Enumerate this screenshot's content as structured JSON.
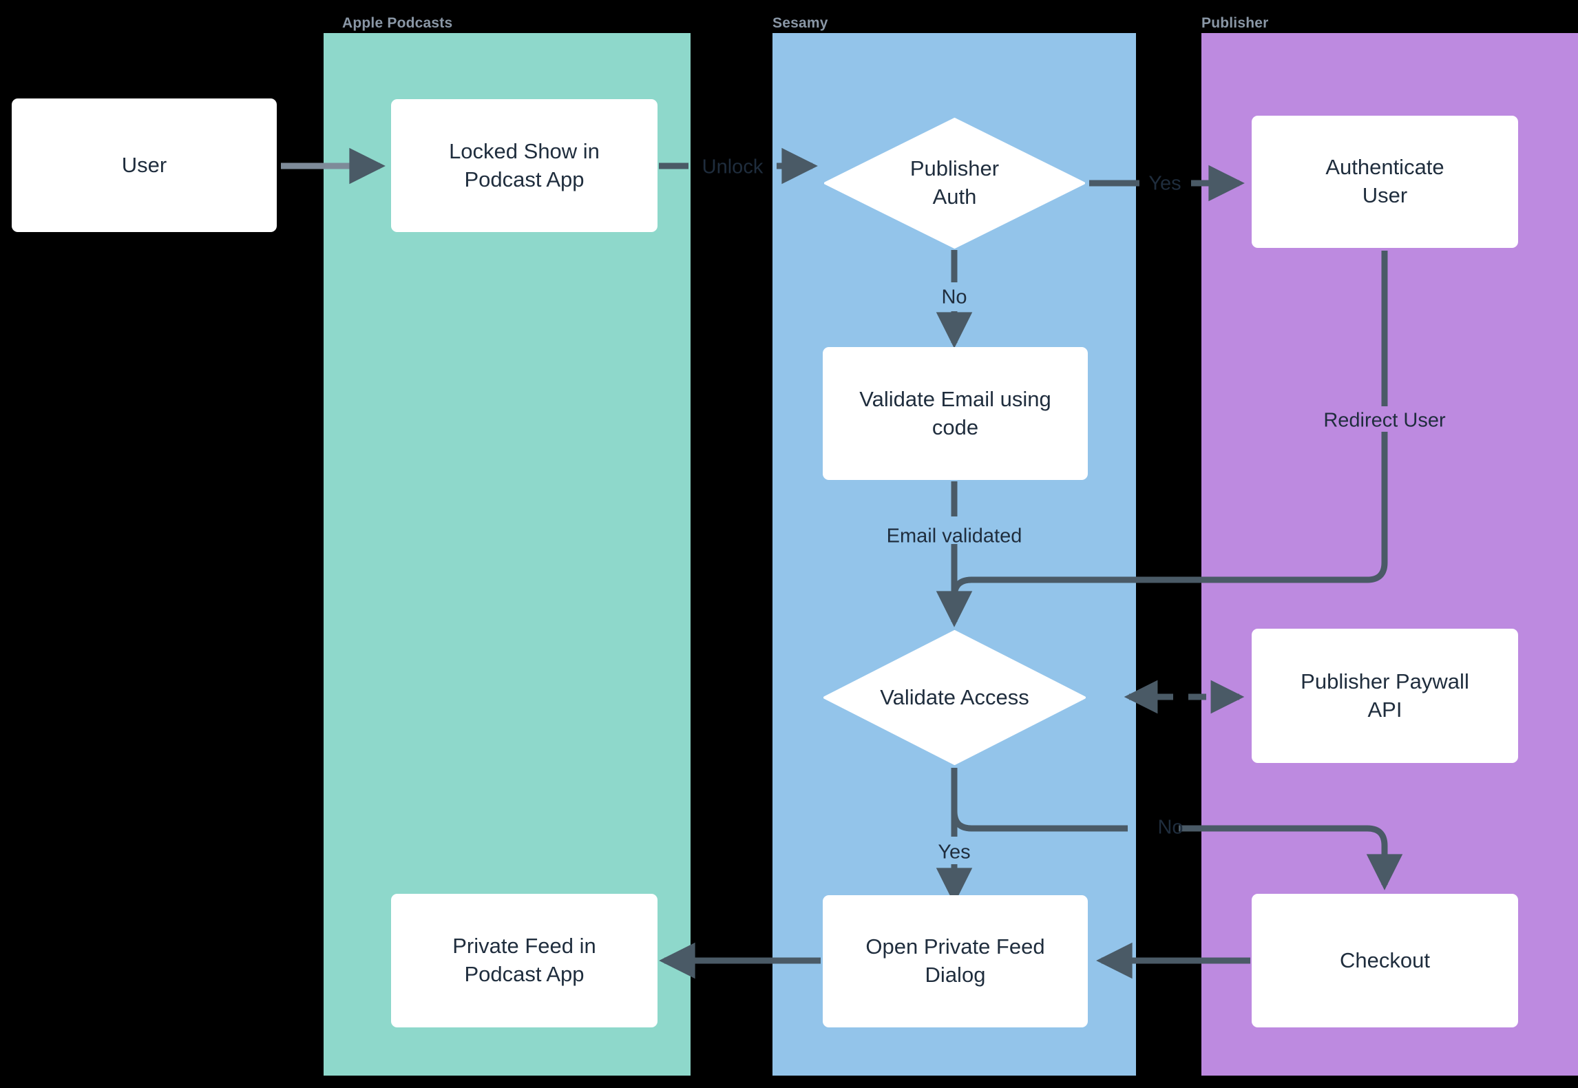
{
  "diagram": {
    "type": "flowchart-swimlane",
    "background": "#000000",
    "node_fill": "#ffffff",
    "text_color": "#1f2d3d",
    "edge_color": "#4a5a66",
    "lane_title_color": "#8a97a6"
  },
  "lanes": [
    {
      "id": "apple",
      "title": "Apple Podcasts",
      "color": "#8ed8cb"
    },
    {
      "id": "sesamy",
      "title": "Sesamy",
      "color": "#93c4ea"
    },
    {
      "id": "publisher",
      "title": "Publisher",
      "color": "#bd8ae0"
    }
  ],
  "nodes": [
    {
      "id": "user",
      "lane": "",
      "shape": "box",
      "label": "User"
    },
    {
      "id": "locked_show",
      "lane": "apple",
      "shape": "box",
      "label": "Locked Show in\nPodcast App"
    },
    {
      "id": "publisher_auth",
      "lane": "sesamy",
      "shape": "diamond",
      "label": "Publisher\nAuth"
    },
    {
      "id": "authenticate",
      "lane": "publisher",
      "shape": "box",
      "label": "Authenticate\nUser"
    },
    {
      "id": "validate_email",
      "lane": "sesamy",
      "shape": "box",
      "label": "Validate Email using\ncode"
    },
    {
      "id": "validate_access",
      "lane": "sesamy",
      "shape": "diamond",
      "label": "Validate Access"
    },
    {
      "id": "paywall_api",
      "lane": "publisher",
      "shape": "box",
      "label": "Publisher Paywall\nAPI"
    },
    {
      "id": "open_dialog",
      "lane": "sesamy",
      "shape": "box",
      "label": "Open Private Feed\nDialog"
    },
    {
      "id": "checkout",
      "lane": "publisher",
      "shape": "box",
      "label": "Checkout"
    },
    {
      "id": "private_feed",
      "lane": "apple",
      "shape": "box",
      "label": "Private Feed in\nPodcast App"
    }
  ],
  "edges": [
    {
      "id": "e1",
      "from": "user",
      "to": "locked_show",
      "label": "",
      "style": "solid"
    },
    {
      "id": "e2",
      "from": "locked_show",
      "to": "publisher_auth",
      "label": "Unlock",
      "style": "solid"
    },
    {
      "id": "e3",
      "from": "publisher_auth",
      "to": "authenticate",
      "label": "Yes",
      "style": "solid"
    },
    {
      "id": "e4",
      "from": "publisher_auth",
      "to": "validate_email",
      "label": "No",
      "style": "solid"
    },
    {
      "id": "e5",
      "from": "validate_email",
      "to": "validate_access",
      "label": "Email validated",
      "style": "solid"
    },
    {
      "id": "e6",
      "from": "authenticate",
      "to": "validate_access",
      "label": "Redirect User",
      "style": "solid"
    },
    {
      "id": "e7",
      "from": "paywall_api",
      "to": "validate_access",
      "label": "",
      "style": "dashed-bidirectional"
    },
    {
      "id": "e8",
      "from": "validate_access",
      "to": "open_dialog",
      "label": "Yes",
      "style": "solid"
    },
    {
      "id": "e9",
      "from": "validate_access",
      "to": "checkout",
      "label": "No",
      "style": "solid"
    },
    {
      "id": "e10",
      "from": "checkout",
      "to": "open_dialog",
      "label": "",
      "style": "solid"
    },
    {
      "id": "e11",
      "from": "open_dialog",
      "to": "private_feed",
      "label": "",
      "style": "solid"
    }
  ],
  "edge_labels": {
    "unlock": "Unlock",
    "yes_auth": "Yes",
    "no_auth": "No",
    "email_validated": "Email validated",
    "redirect_user": "Redirect User",
    "yes_access": "Yes",
    "no_access": "No"
  }
}
